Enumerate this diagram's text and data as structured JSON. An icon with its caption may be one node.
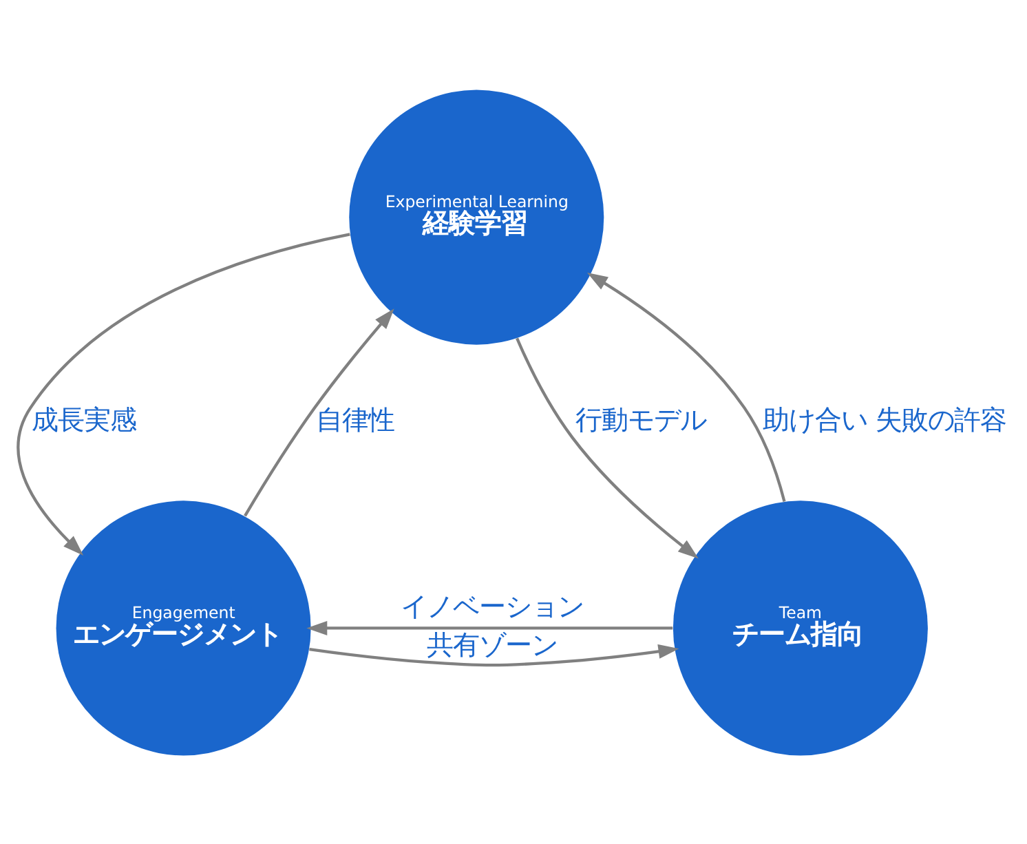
{
  "diagram": {
    "nodes": [
      {
        "text": [
          "Experimental Learning",
          "経験学習"
        ]
      },
      {
        "text": [
          "Engagement",
          "エンゲージメント"
        ]
      },
      {
        "text": [
          "Team",
          "チーム指向"
        ]
      }
    ],
    "edges": [
      {
        "from": 0,
        "to": 1,
        "arrow": "to",
        "label": "成長実感"
      },
      {
        "from": 1,
        "to": 0,
        "arrow": "to",
        "label": "自律性"
      },
      {
        "from": 0,
        "to": 2,
        "arrow": "to",
        "label": "行動モデル"
      },
      {
        "from": 2,
        "to": 0,
        "arrow": "to",
        "label": "助け合い 失敗の許容"
      },
      {
        "from": 2,
        "to": 1,
        "arrow": "to",
        "label": "イノベーション"
      },
      {
        "from": 1,
        "to": 2,
        "arrow": "to",
        "label": "共有ゾーン"
      }
    ]
  }
}
